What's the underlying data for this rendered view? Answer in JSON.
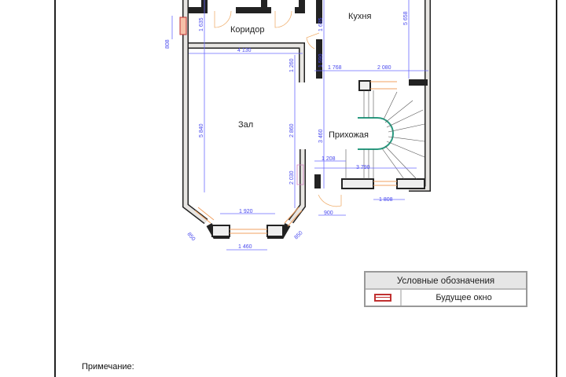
{
  "rooms": {
    "corridor": "Коридор",
    "kitchen": "Кухня",
    "hall": "Зал",
    "entrance": "Прихожая"
  },
  "dimensions": {
    "window_left": "808",
    "corridor_left": "1 635",
    "corridor_right": "1 635",
    "kitchen_height": "5 658",
    "hall_width": "4 130",
    "hall_partition": "1 260",
    "kitchen_lower": "1 590",
    "entrance_left": "1 768",
    "entrance_right": "2 080",
    "hall_opening": "2 860",
    "hall_height": "5 840",
    "entrance_height": "3 460",
    "door_offset": "1 208",
    "entrance_width": "3 790",
    "door_width": "2 030",
    "bay_inner": "1 920",
    "bay_outer": "1 460",
    "bay_left": "850",
    "bay_right": "850",
    "front_door": "900",
    "entrance_window": "1 808"
  },
  "legend": {
    "title": "Условные обозначения",
    "items": [
      {
        "label": "Будущее окно"
      }
    ]
  },
  "note_label": "Примечание:",
  "colors": {
    "wall": "#222222",
    "dimension": "#6b6bff",
    "window": "#f0a060",
    "legend_symbol": "#c03030"
  }
}
